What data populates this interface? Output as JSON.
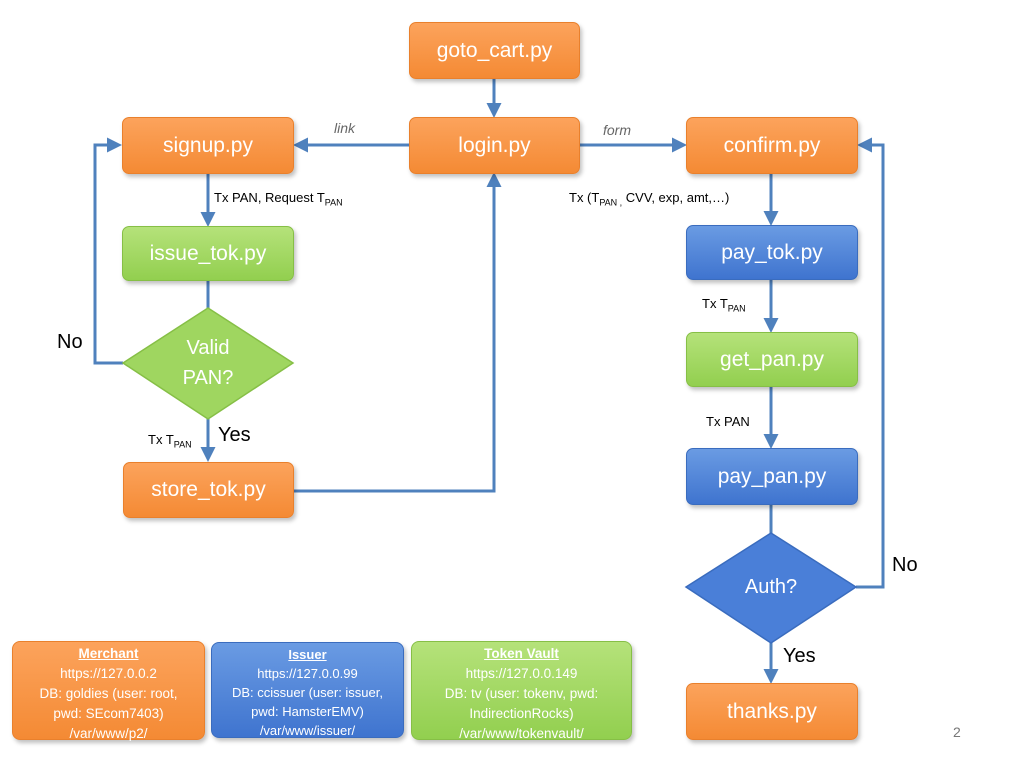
{
  "nodes": {
    "goto_cart": "goto_cart.py",
    "login": "login.py",
    "signup": "signup.py",
    "confirm": "confirm.py",
    "issue_tok": "issue_tok.py",
    "store_tok": "store_tok.py",
    "pay_tok": "pay_tok.py",
    "get_pan": "get_pan.py",
    "pay_pan": "pay_pan.py",
    "thanks": "thanks.py"
  },
  "decisions": {
    "valid_pan_line1": "Valid",
    "valid_pan_line2": "PAN?",
    "auth": "Auth?"
  },
  "edge_labels": {
    "link": "link",
    "form": "form",
    "tx_pan_request_prefix": "Tx PAN, Request T",
    "tx_pan_request_sub": "PAN",
    "tx_confirm_prefix": "Tx (T",
    "tx_confirm_sub": "PAN ,",
    "tx_confirm_suffix": " CVV, exp, amt,…)",
    "tx_tpan_left_prefix": "Tx T",
    "tx_tpan_left_sub": "PAN",
    "tx_tpan_right_prefix": "Tx T",
    "tx_tpan_right_sub": "PAN",
    "tx_pan": "Tx PAN",
    "no_left": "No",
    "yes_left": "Yes",
    "no_right": "No",
    "yes_right": "Yes"
  },
  "cards": {
    "merchant": {
      "title": "Merchant",
      "url": "https://127.0.0.2",
      "db1": "DB: goldies (user: root,",
      "db2": "pwd: SEcom7403)",
      "path": "/var/www/p2/"
    },
    "issuer": {
      "title": "Issuer",
      "url": "https://127.0.0.99",
      "db1": "DB: ccissuer (user: issuer,",
      "db2": "pwd: HamsterEMV)",
      "path": "/var/www/issuer/"
    },
    "vault": {
      "title": "Token Vault",
      "url": "https://127.0.0.149",
      "db1": "DB: tv (user: tokenv, pwd:",
      "db2": "IndirectionRocks)",
      "path": "/var/www/tokenvault/"
    }
  },
  "page_number": "2",
  "colors": {
    "orange": "#f59440",
    "green": "#9fd660",
    "blue": "#4a7fd8",
    "connector": "#4f81bd"
  }
}
